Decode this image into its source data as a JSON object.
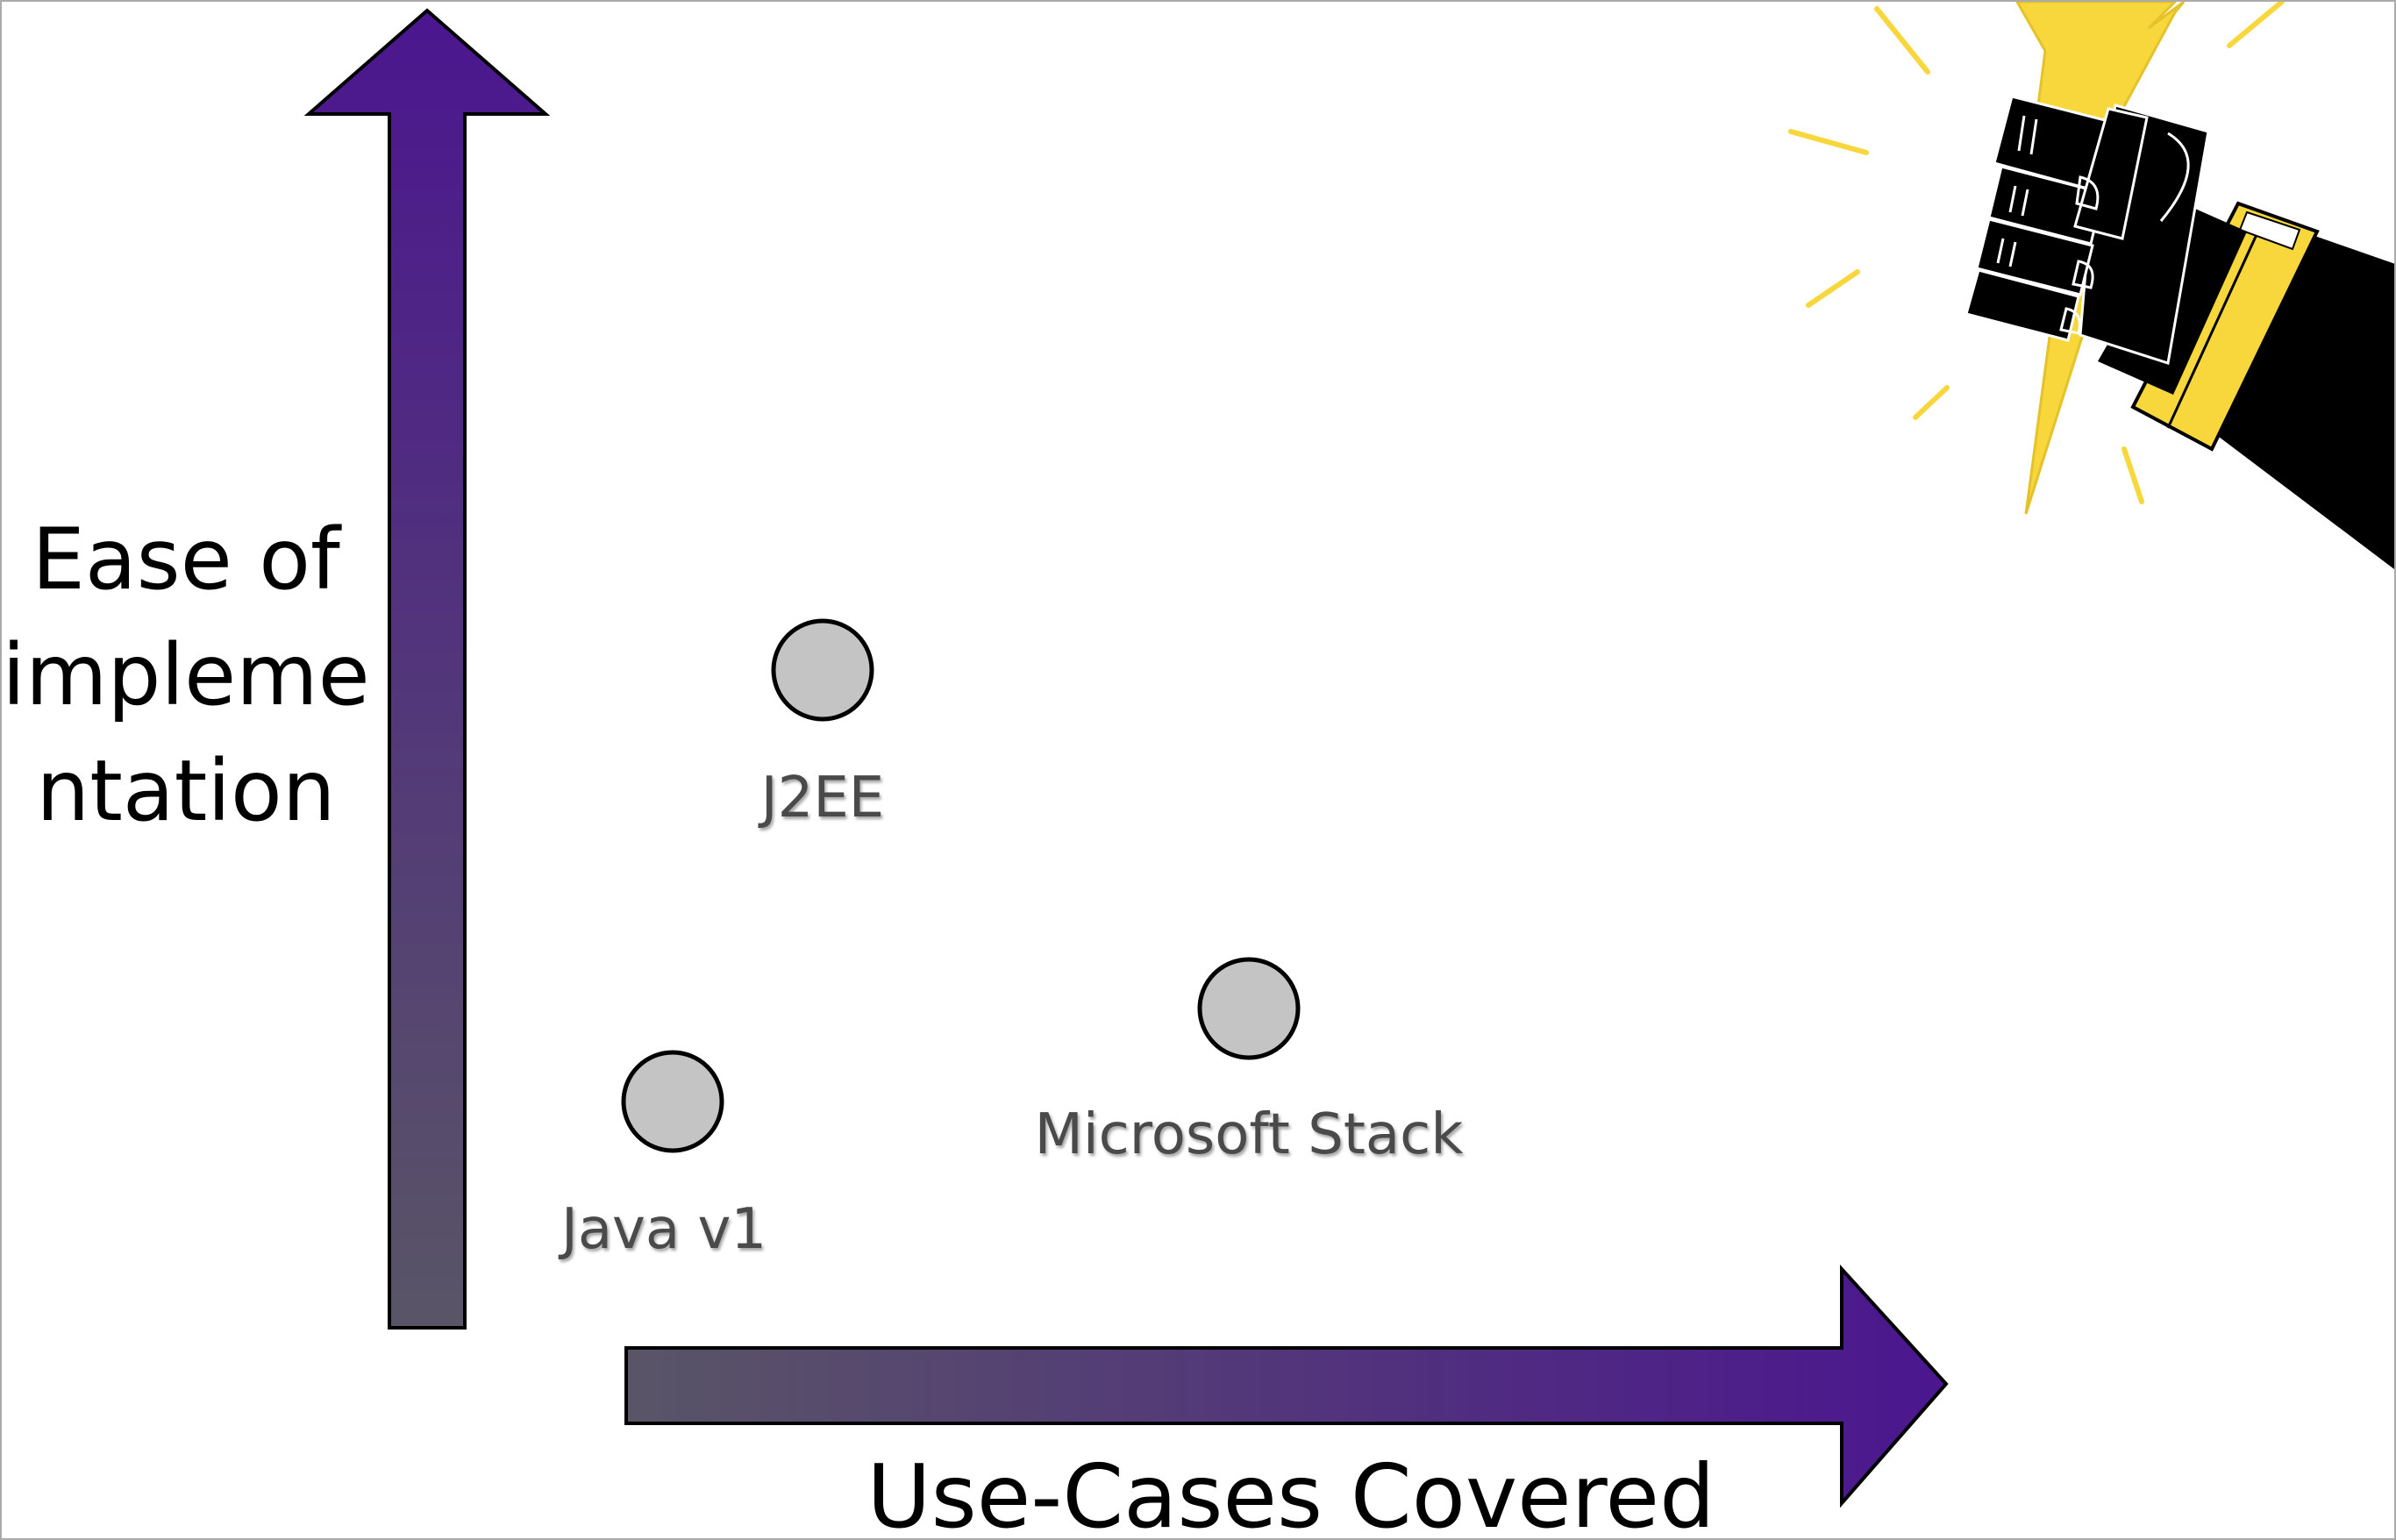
{
  "diagram": {
    "y_axis": {
      "label_lines": [
        "Ease of",
        "impleme",
        "ntation"
      ]
    },
    "x_axis": {
      "label": "Use-Cases Covered"
    },
    "points": [
      {
        "id": "j2ee",
        "label": "J2EE"
      },
      {
        "id": "microsoft-stack",
        "label": "Microsoft Stack"
      },
      {
        "id": "java-v1",
        "label": "Java v1"
      }
    ],
    "colors": {
      "arrow_start": "#595566",
      "arrow_end": "#4b168f",
      "point_fill": "#c4c4c4",
      "point_stroke": "#000000",
      "point_label": "#4a4a4a",
      "lightning": "#f7d73c",
      "fist": "#000000"
    },
    "icons": {
      "corner_illustration": "fist-with-lightning-icon"
    }
  }
}
